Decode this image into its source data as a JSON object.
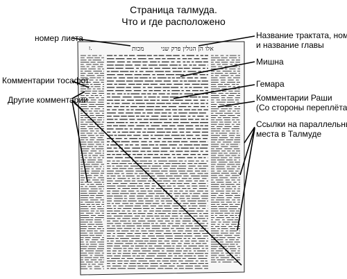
{
  "title": {
    "line1": "Страница талмуда.",
    "line2": "Что и где расположено"
  },
  "labels": {
    "page_number": "номер листа",
    "tosafot": "Комментарии тосафот",
    "other": "Другие комментарии",
    "tractate_line1": "Название трактата, номер",
    "tractate_line2": "и название главы",
    "mishna": "Мишна",
    "gemara": "Гемара",
    "rashi_line1": "Комментарии Раши",
    "rashi_line2": "(Со стороны переплёта)",
    "refs_line1": "Ссылки на параллельные",
    "refs_line2": "места в Талмуде"
  },
  "page_header": {
    "daf": "מכות",
    "heading": "אלו הן הגולין פרק שני",
    "leaf": "ז."
  }
}
